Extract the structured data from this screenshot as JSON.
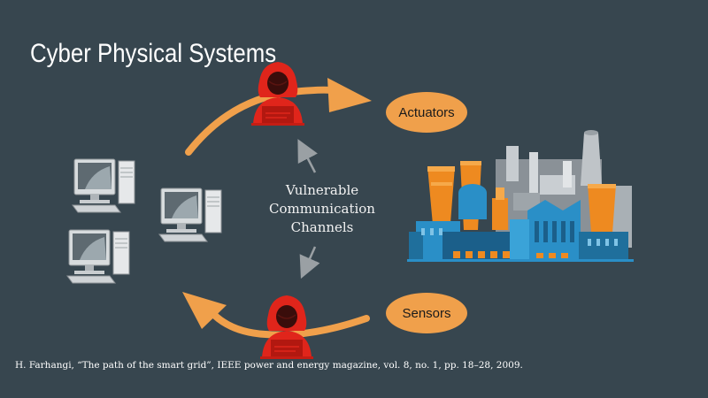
{
  "title": "Cyber Physical Systems",
  "center_label": {
    "lines": [
      "Vulnerable",
      "Communication",
      "Channels"
    ]
  },
  "actuators": "Actuators",
  "sensors": "Sensors",
  "citation": "H. Farhangi, “The path of the smart grid”, IEEE power and energy magazine, vol. 8, no. 1, pp. 18–28, 2009.",
  "colors": {
    "background": "#37464f",
    "accent_orange": "#f0a04b",
    "hacker_red": "#e0251b",
    "factory_blue": "#2a8fc7"
  }
}
